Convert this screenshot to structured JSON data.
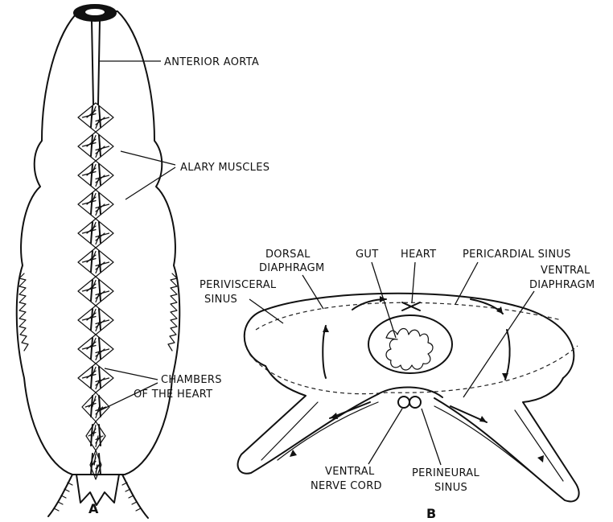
{
  "panel_a": {
    "letter": "A",
    "labels": {
      "anterior_aorta": "ANTERIOR AORTA",
      "alary_muscles": "ALARY MUSCLES",
      "chambers_line1": "CHAMBERS",
      "chambers_line2": "OF THE HEART"
    }
  },
  "panel_b": {
    "letter": "B",
    "labels": {
      "dorsal_line1": "DORSAL",
      "dorsal_line2": "DIAPHRAGM",
      "gut": "GUT",
      "heart": "HEART",
      "pericardial": "PERICARDIAL SINUS",
      "ventral_diaphragm_line1": "VENTRAL",
      "ventral_diaphragm_line2": "DIAPHRAGM",
      "perivisceral_line1": "PERIVISCERAL",
      "perivisceral_line2": "SINUS",
      "ventral_nerve_line1": "VENTRAL",
      "ventral_nerve_line2": "NERVE CORD",
      "perineural_line1": "PERINEURAL",
      "perineural_line2": "SINUS"
    }
  },
  "colors": {
    "ink": "#111111",
    "paper": "#ffffff"
  }
}
